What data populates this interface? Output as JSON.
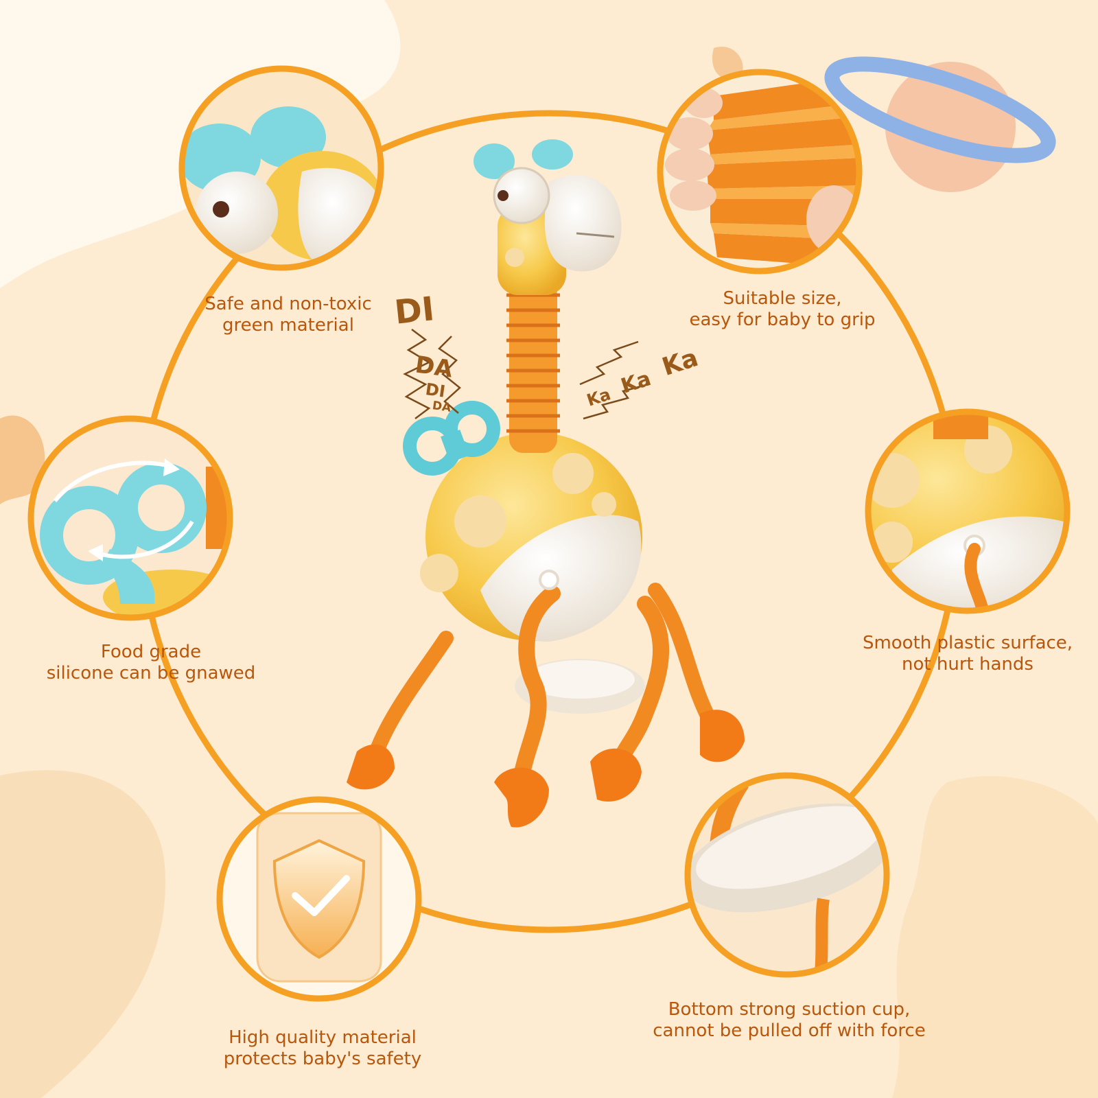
{
  "colors": {
    "background": "#fdecd2",
    "ring": "#f5a023",
    "caption": "#b8560c",
    "toy_yellow": "#f7c94a",
    "toy_orange": "#f28a22",
    "toy_teal": "#7fd7df",
    "toy_cream": "#f4ede2"
  },
  "features": [
    {
      "id": "eyes",
      "line1": "Safe and non-toxic",
      "line2": "green material"
    },
    {
      "id": "grip",
      "line1": "Suitable size,",
      "line2": "easy for baby to grip"
    },
    {
      "id": "key",
      "line1": "Food grade",
      "line2": "silicone can be gnawed"
    },
    {
      "id": "surface",
      "line1": "Smooth plastic surface,",
      "line2": "not hurt hands"
    },
    {
      "id": "shield",
      "line1": "High quality material",
      "line2": "protects baby's safety"
    },
    {
      "id": "suction",
      "line1": "Bottom strong suction cup,",
      "line2": "cannot be pulled off with force"
    }
  ],
  "sound_effects": {
    "di_big": "DI",
    "da_big": "DA",
    "di_small": "DI",
    "da_small": "DA",
    "ka1": "Ka",
    "ka2": "Ka",
    "ka3": "Ka"
  }
}
